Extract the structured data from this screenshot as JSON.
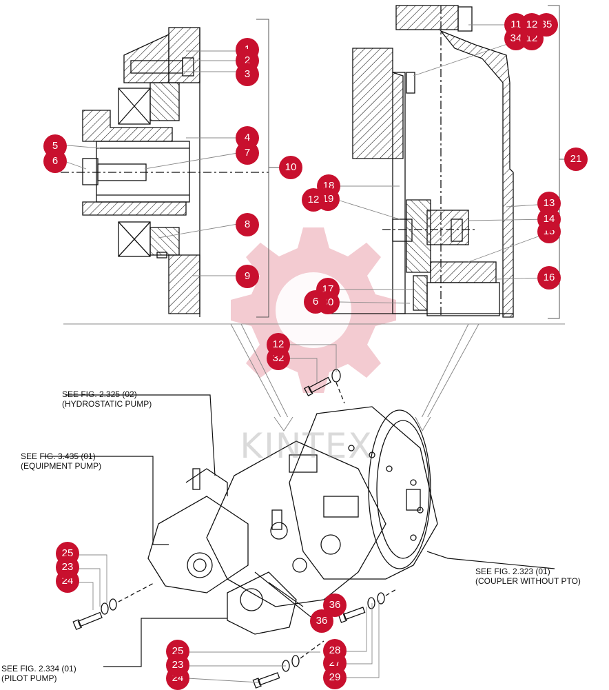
{
  "annotations": {
    "hydrostatic_pump": [
      "SEE FIG. 2.325 (02)",
      "(HYDROSTATIC PUMP)"
    ],
    "equipment_pump": [
      "SEE FIG. 3.435 (01)",
      "(EQUIPMENT PUMP)"
    ],
    "coupler": [
      "SEE FIG. 2.323 (01)",
      "(COUPLER WITHOUT PTO)"
    ],
    "pilot_pump": [
      "SEE FIG. 2.334 (01)",
      "(PILOT PUMP)"
    ]
  },
  "watermark": {
    "text": "KINTEX"
  },
  "colors": {
    "badge": "#c8102e",
    "badge_text": "#ffffff",
    "line": "#111111",
    "watermark": "#e9a3a8"
  },
  "callouts": [
    "1",
    "2",
    "3",
    "4",
    "5",
    "6",
    "7",
    "10",
    "12",
    "18",
    "19",
    "8",
    "9",
    "17",
    "6",
    "30",
    "11",
    "12",
    "35",
    "34",
    "12",
    "21",
    "13",
    "14",
    "15",
    "16",
    "12",
    "32",
    "25",
    "23",
    "24",
    "36",
    "36",
    "28",
    "27",
    "29",
    "25",
    "23",
    "24"
  ]
}
